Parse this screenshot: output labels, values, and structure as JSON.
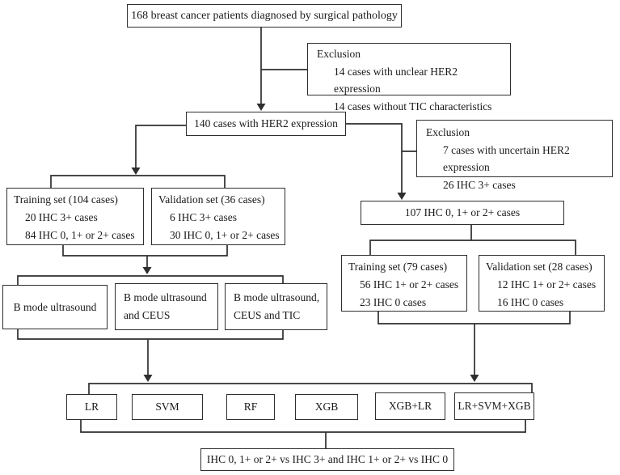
{
  "flowchart": {
    "top_box": "168 breast cancer patients diagnosed by surgical pathology",
    "exclusion_1": {
      "title": "Exclusion",
      "items": [
        "14 cases with unclear HER2 expression",
        "14 cases without TIC characteristics"
      ]
    },
    "her2_box": "140 cases with HER2 expression",
    "exclusion_2": {
      "title": "Exclusion",
      "items": [
        "7 cases with uncertain HER2 expression",
        "26 IHC 3+ cases"
      ]
    },
    "training_left": {
      "title": "Training set (104 cases)",
      "items": [
        "20 IHC 3+ cases",
        "84 IHC 0, 1+ or 2+ cases"
      ]
    },
    "validation_left": {
      "title": "Validation set (36 cases)",
      "items": [
        "6 IHC 3+ cases",
        "30 IHC 0, 1+ or 2+ cases"
      ]
    },
    "ihc107_box": "107 IHC 0, 1+ or 2+ cases",
    "training_right": {
      "title": "Training set (79 cases)",
      "items": [
        "56 IHC 1+ or 2+ cases",
        "23 IHC 0 cases"
      ]
    },
    "validation_right": {
      "title": "Validation set (28 cases)",
      "items": [
        "12 IHC 1+ or 2+ cases",
        "16 IHC 0 cases"
      ]
    },
    "bmode_1": {
      "lines": [
        "B mode ultrasound"
      ]
    },
    "bmode_2": {
      "lines": [
        "B mode ultrasound",
        "and CEUS"
      ]
    },
    "bmode_3": {
      "lines": [
        "B mode ultrasound,",
        "CEUS and TIC"
      ]
    },
    "models": [
      "LR",
      "SVM",
      "RF",
      "XGB",
      "XGB+LR",
      "LR+SVM+XGB"
    ],
    "final_box": "IHC 0, 1+ or 2+ vs IHC 3+ and IHC 1+ or 2+ vs IHC 0",
    "colors": {
      "line": "#2e2e2e",
      "box_border": "#2e2e2e",
      "text": "#1a1a1a",
      "background": "#ffffff"
    }
  }
}
